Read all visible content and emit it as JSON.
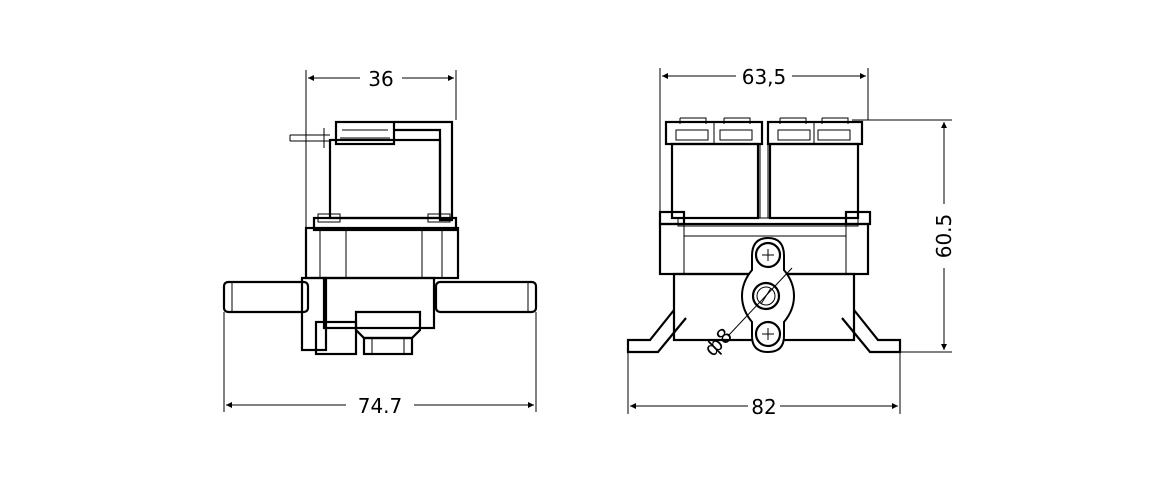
{
  "dimensions": {
    "side_top_width": "36",
    "side_total_length": "74.7",
    "front_top_width": "63,5",
    "front_base_width": "82",
    "front_height": "60.5",
    "hole_diameter": "ф8"
  },
  "colors": {
    "line": "#000000",
    "background": "#ffffff"
  }
}
